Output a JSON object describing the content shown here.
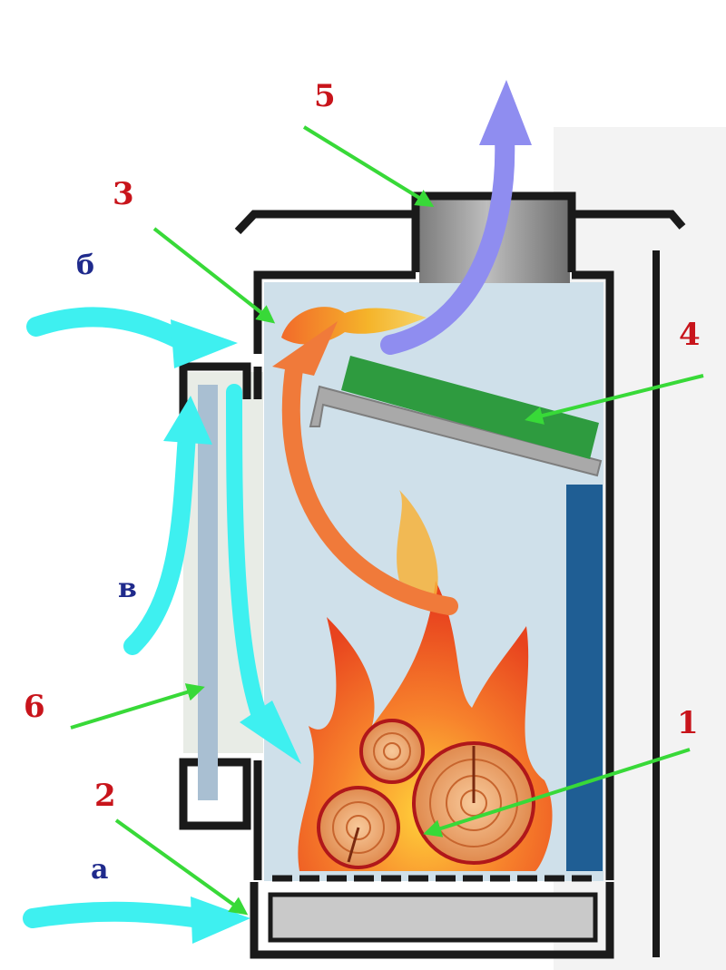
{
  "colors": {
    "number_label": "#c8141b",
    "letter_label": "#1f2a8c",
    "pointer_arrow": "#38d938",
    "cold_air": "#3ef0f0",
    "hot_gas": "#f07a3a",
    "exhaust": "#8f8df0",
    "stove_outline": "#1a1a1a",
    "chamber_fill": "#cfe0ea",
    "wood": "#e8955a",
    "flame": "#f35a28",
    "heat_plate": "#2e9b3f",
    "side_panel": "#1f5e94",
    "flue_pipe": "#9a9a9a"
  },
  "labels": {
    "l1": "1",
    "l2": "2",
    "l3": "3",
    "l4": "4",
    "l5": "5",
    "l6": "6",
    "la": "а",
    "lb": "б",
    "lv": "в"
  }
}
